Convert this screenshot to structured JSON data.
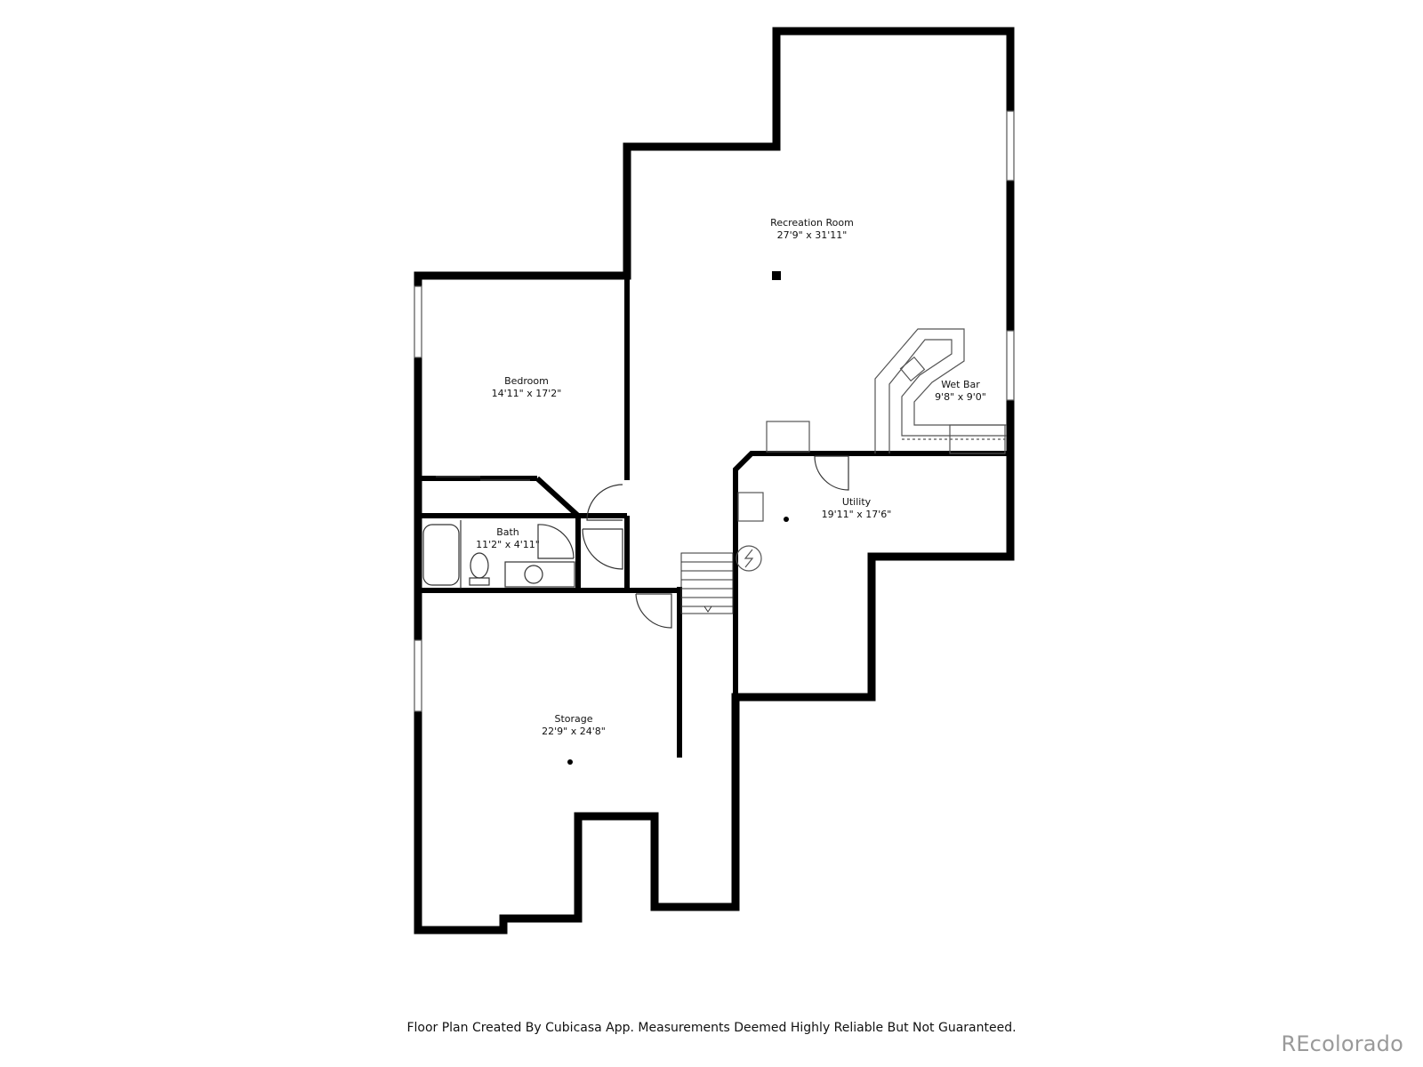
{
  "rooms": {
    "recreation": {
      "name": "Recreation Room",
      "size": "27'9\" x 31'11\""
    },
    "wetbar": {
      "name": "Wet Bar",
      "size": "9'8\" x 9'0\""
    },
    "bedroom": {
      "name": "Bedroom",
      "size": "14'11\" x 17'2\""
    },
    "bath": {
      "name": "Bath",
      "size": "11'2\" x 4'11\""
    },
    "utility": {
      "name": "Utility",
      "size": "19'11\" x 17'6\""
    },
    "storage": {
      "name": "Storage",
      "size": "22'9\" x 24'8\""
    }
  },
  "footer": "Floor Plan Created By Cubicasa App. Measurements Deemed Highly Reliable But Not Guaranteed.",
  "watermark": "REcolorado"
}
